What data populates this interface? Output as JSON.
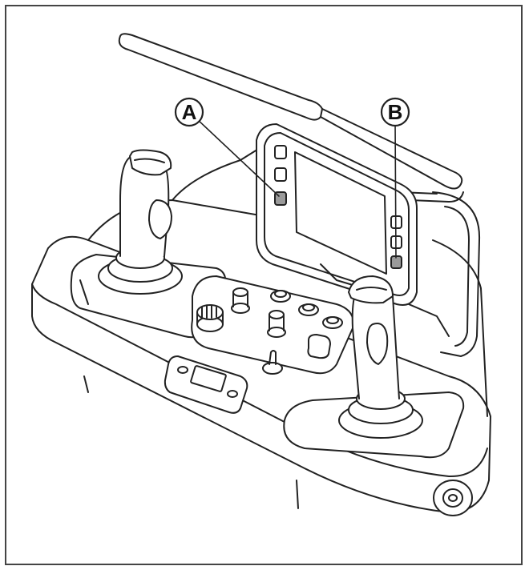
{
  "figure": {
    "callouts": [
      {
        "id": "A",
        "label": "A"
      },
      {
        "id": "B",
        "label": "B"
      }
    ],
    "line_color": "#222222",
    "fill_color": "#ffffff"
  }
}
